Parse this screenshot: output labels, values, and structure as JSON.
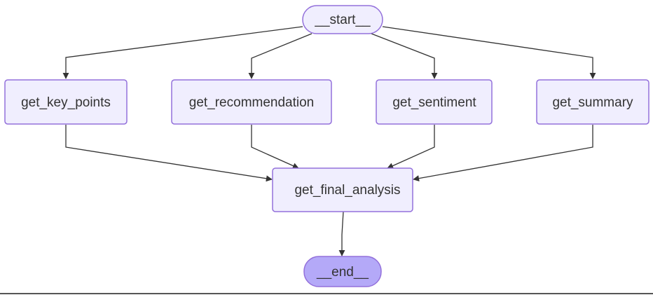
{
  "graph": {
    "nodes": {
      "start": {
        "label": "__start__",
        "shape": "terminal"
      },
      "get_key_points": {
        "label": "get_key_points",
        "shape": "process"
      },
      "get_recommendation": {
        "label": "get_recommendation",
        "shape": "process"
      },
      "get_sentiment": {
        "label": "get_sentiment",
        "shape": "process"
      },
      "get_summary": {
        "label": "get_summary",
        "shape": "process"
      },
      "get_final_analysis": {
        "label": "get_final_analysis",
        "shape": "process"
      },
      "end": {
        "label": "__end__",
        "shape": "terminal-filled"
      }
    },
    "edges": [
      {
        "from": "__start__",
        "to": "get_key_points"
      },
      {
        "from": "__start__",
        "to": "get_recommendation"
      },
      {
        "from": "__start__",
        "to": "get_sentiment"
      },
      {
        "from": "__start__",
        "to": "get_summary"
      },
      {
        "from": "get_key_points",
        "to": "get_final_analysis"
      },
      {
        "from": "get_recommendation",
        "to": "get_final_analysis"
      },
      {
        "from": "get_sentiment",
        "to": "get_final_analysis"
      },
      {
        "from": "get_summary",
        "to": "get_final_analysis"
      },
      {
        "from": "get_final_analysis",
        "to": "__end__"
      }
    ]
  },
  "colors": {
    "node_fill": "#f0eefe",
    "node_stroke": "#9370db",
    "end_fill": "#b4a9f8",
    "edge": "#333333",
    "text": "#333333"
  }
}
